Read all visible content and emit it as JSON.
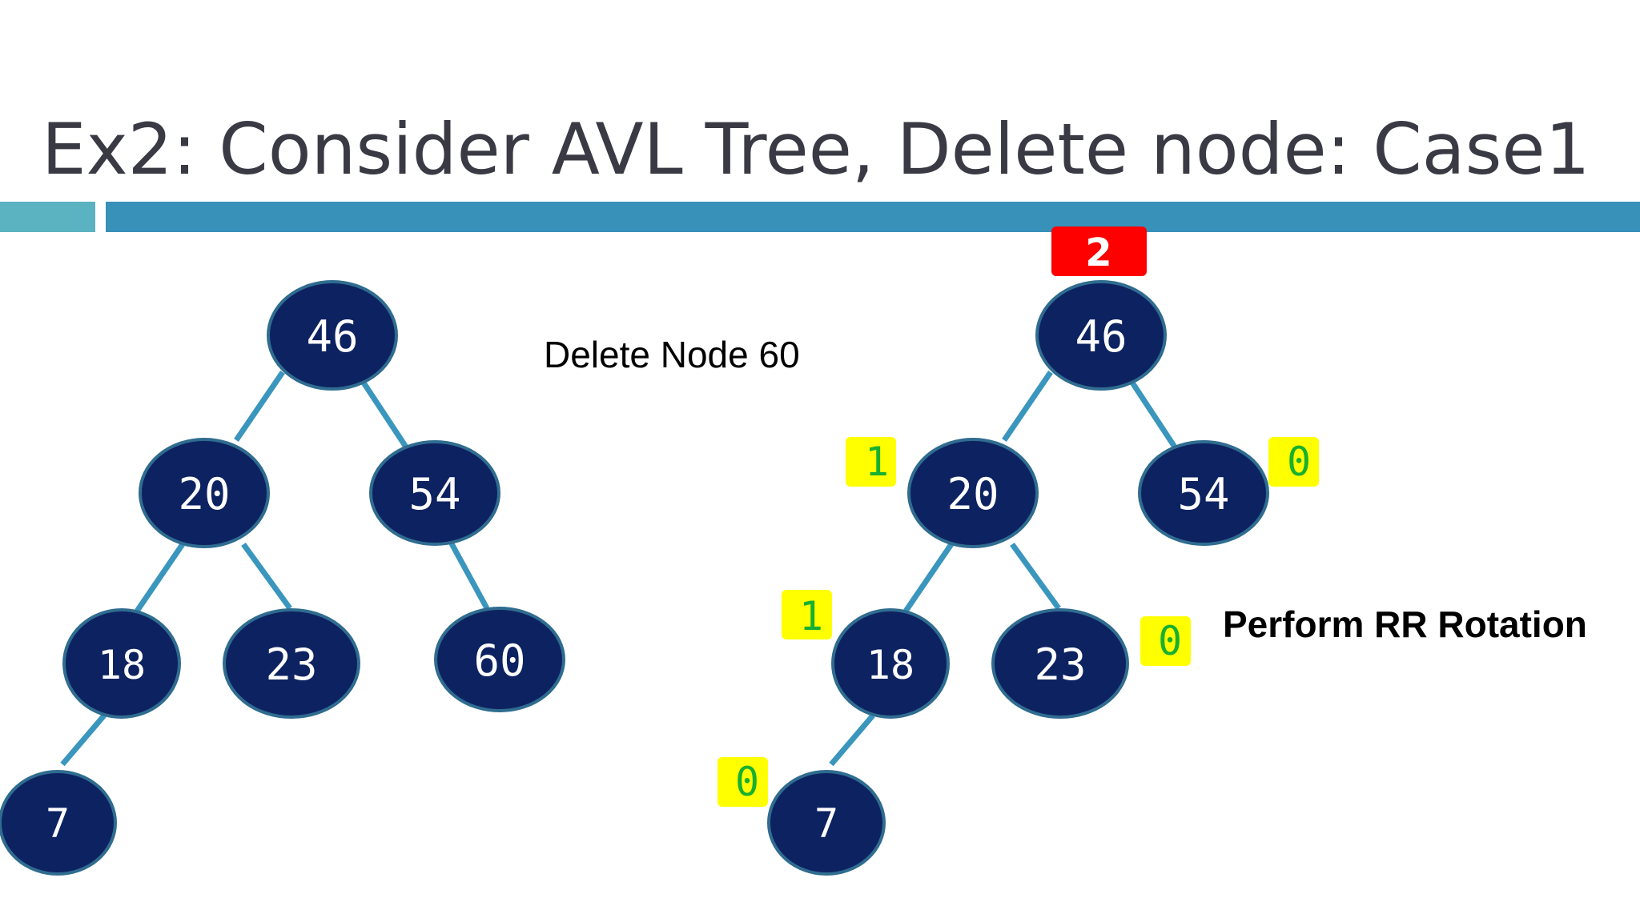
{
  "title": "Ex2: Consider AVL Tree, Delete node: Case1",
  "caption_left": "Delete Node 60",
  "caption_right": "Perform RR Rotation",
  "colors": {
    "node_fill": "#0d2260",
    "node_stroke": "#2f6c90",
    "edge": "#3a96bd",
    "title_bar": "#3891b9",
    "title_bar_accent": "#5bb2c0",
    "balance_factor_badge": "#ffff00",
    "critical_badge": "#ff0000"
  },
  "tree_before": {
    "nodes": [
      "46",
      "20",
      "54",
      "18",
      "23",
      "60",
      "7"
    ]
  },
  "tree_after": {
    "nodes": [
      "46",
      "20",
      "54",
      "18",
      "23",
      "7"
    ],
    "balance_factors": {
      "46": "2",
      "20": "1",
      "54": "0",
      "18": "1",
      "23": "0",
      "7": "0"
    }
  }
}
